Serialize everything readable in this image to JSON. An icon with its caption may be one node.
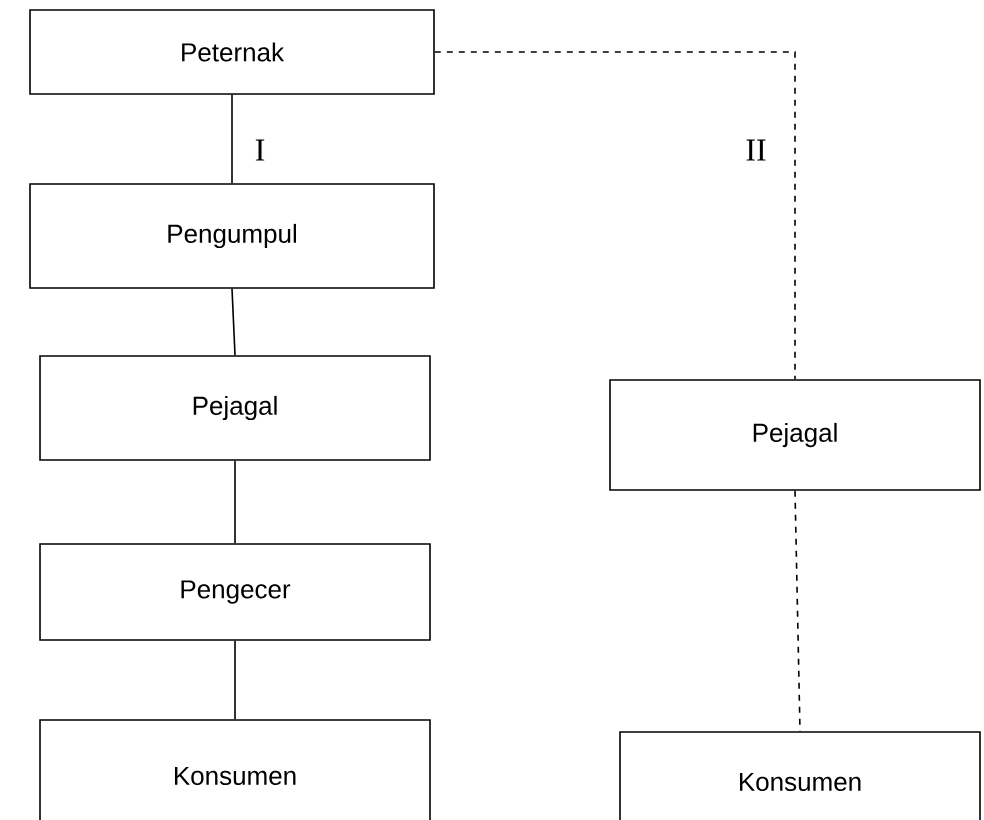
{
  "diagram": {
    "nodes": [
      {
        "text": [
          "Peternak"
        ]
      },
      {
        "text": [
          "Pengumpul"
        ]
      },
      {
        "text": [
          "Pejagal"
        ]
      },
      {
        "text": [
          "Pengecer"
        ]
      },
      {
        "text": [
          "Konsumen"
        ]
      },
      {
        "text": [
          "Pejagal"
        ]
      },
      {
        "text": [
          "Konsumen"
        ]
      }
    ],
    "edges": [
      {
        "from": 0,
        "to": 1,
        "arrow": "none",
        "label": "I"
      },
      {
        "from": 1,
        "to": 2,
        "arrow": "none"
      },
      {
        "from": 2,
        "to": 3,
        "arrow": "none"
      },
      {
        "from": 3,
        "to": 4,
        "arrow": "none"
      },
      {
        "from": 0,
        "to": 5,
        "arrow": "none",
        "style": "dashed",
        "label": "II"
      },
      {
        "from": 5,
        "to": 6,
        "arrow": "none",
        "style": "dashed"
      }
    ]
  }
}
